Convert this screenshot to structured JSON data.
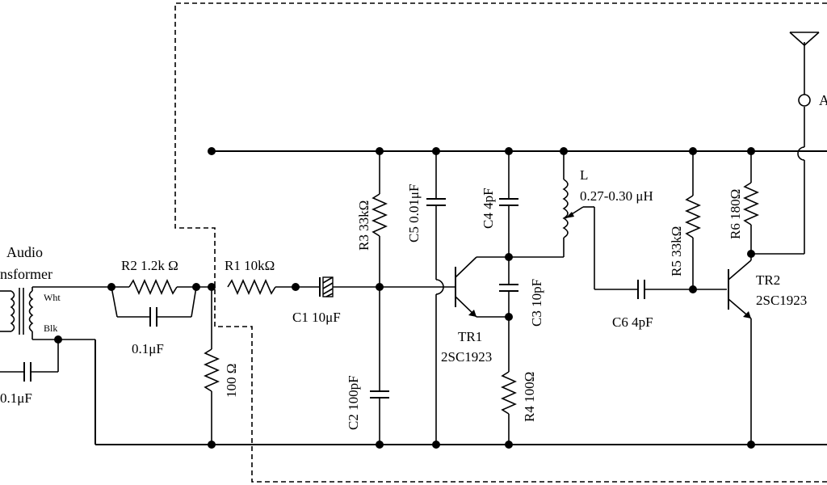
{
  "labels": {
    "transformer_line1": "Audio",
    "transformer_line2": "nsformer",
    "transformer_wht": "Wht",
    "transformer_blk": "Blk",
    "c_left": "0.1μF",
    "r2": "R2 1.2k Ω",
    "r2_cap": "0.1μF",
    "r1": "R1 10kΩ",
    "c1": "C1 10μF",
    "r100": "100 Ω",
    "r3": "R3 33kΩ",
    "c5": "C5 0.01μF",
    "c2": "C2 100pF",
    "c4": "C4 4pF",
    "c3": "C3 10pF",
    "tr1_name": "TR1",
    "tr1_part": "2SC1923",
    "r4": "R4 100Ω",
    "l_name": "L",
    "l_value": "0.27-0.30 μH",
    "c6": "C6 4pF",
    "r5": "R5 33kΩ",
    "r6": "R6 180Ω",
    "tr2_name": "TR2",
    "tr2_part": "2SC1923",
    "antenna": "A"
  }
}
